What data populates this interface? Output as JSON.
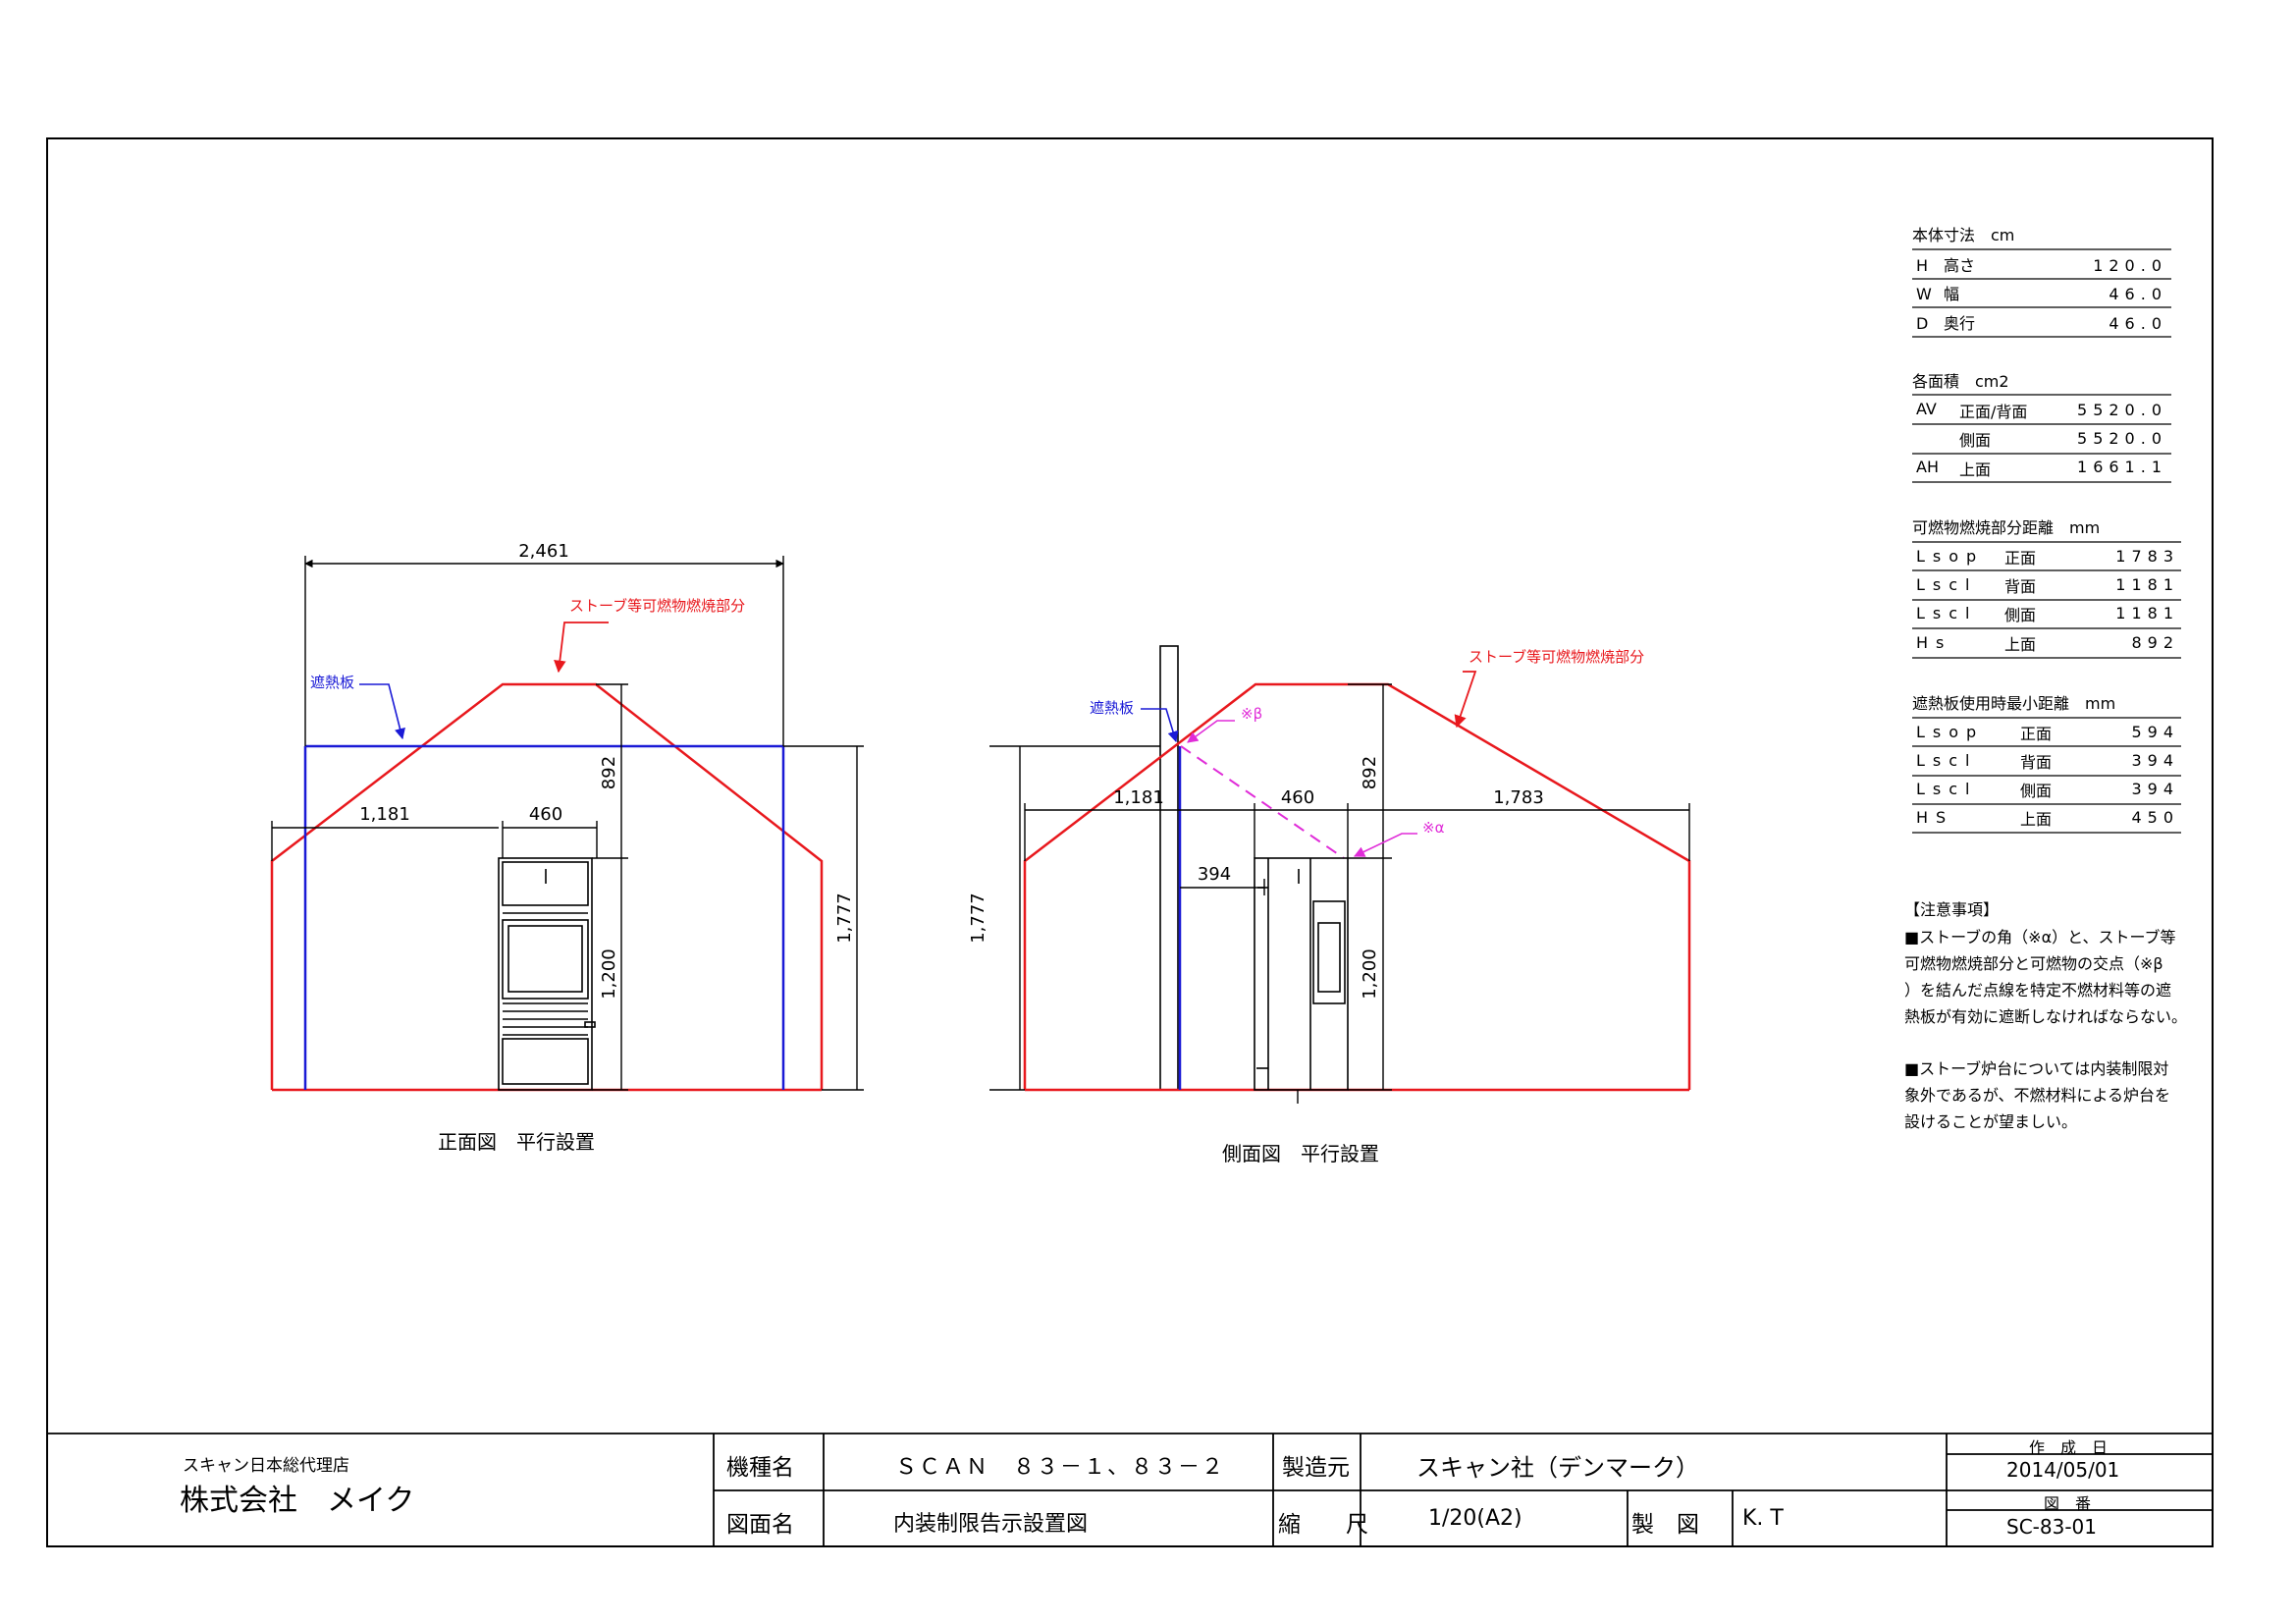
{
  "colors": {
    "combustion_zone": "#e8181d",
    "heat_shield": "#1a1ad6",
    "annotation": "#e02cd8",
    "line": "#000000"
  },
  "front_view": {
    "title": "正面図　平行設置",
    "callout_combustion": "ストーブ等可燃物燃焼部分",
    "callout_shield": "遮熱板",
    "dim_width": "2,461",
    "dim_side": "1,181",
    "dim_stove_width": "460",
    "dim_top": "892",
    "dim_stove_height": "1,200",
    "dim_total": "1,777"
  },
  "side_view": {
    "title": "側面図　平行設置",
    "callout_combustion": "ストーブ等可燃物燃焼部分",
    "callout_shield": "遮熱板",
    "mark_beta": "※β",
    "mark_alpha": "※α",
    "dim_back": "1,181",
    "dim_stove_depth": "460",
    "dim_front": "1,783",
    "dim_top": "892",
    "dim_shield_gap": "394",
    "dim_stove_height": "1,200",
    "dim_total": "1,777"
  },
  "specs": {
    "body": {
      "title": "本体寸法　cm",
      "rows": [
        {
          "code": "H",
          "label": "高さ",
          "value": "120.0"
        },
        {
          "code": "W",
          "label": "幅",
          "value": "46.0"
        },
        {
          "code": "D",
          "label": "奥行",
          "value": "46.0"
        }
      ]
    },
    "area": {
      "title": "各面積　cm2",
      "rows": [
        {
          "code": "AV",
          "label": "正面/背面",
          "value": "5520.0"
        },
        {
          "code": "",
          "label": "側面",
          "value": "5520.0"
        },
        {
          "code": "AH",
          "label": "上面",
          "value": "1661.1"
        }
      ]
    },
    "distance": {
      "title": "可燃物燃焼部分距離　mm",
      "rows": [
        {
          "code": "Lsop",
          "label": "正面",
          "value": "1783"
        },
        {
          "code": "Lscl",
          "label": "背面",
          "value": "1181"
        },
        {
          "code": "Lscl",
          "label": "側面",
          "value": "1181"
        },
        {
          "code": "Hs",
          "label": "上面",
          "value": "892"
        }
      ]
    },
    "shield": {
      "title": "遮熱板使用時最小距離　mm",
      "rows": [
        {
          "code": "Lsop",
          "label": "正面",
          "value": "594"
        },
        {
          "code": "Lscl",
          "label": "背面",
          "value": "394"
        },
        {
          "code": "Lscl",
          "label": "側面",
          "value": "394"
        },
        {
          "code": "HS",
          "label": "上面",
          "value": "450"
        }
      ]
    }
  },
  "notes": {
    "title": "【注意事項】",
    "note1": [
      "■ストーブの角（※α）と、ストーブ等",
      "可燃物燃焼部分と可燃物の交点（※β",
      "）を結んだ点線を特定不燃材料等の遮",
      "熱板が有効に遮断しなければならない。"
    ],
    "note2": [
      "■ストーブ炉台については内装制限対",
      "象外であるが、不燃材料による炉台を",
      "設けることが望ましい。"
    ]
  },
  "title_block": {
    "company_sub": "スキャン日本総代理店",
    "company": "株式会社　メイク",
    "model_label": "機種名",
    "model": "ＳＣＡＮ　８３－１、８３－２",
    "maker_label": "製造元",
    "maker": "スキャン社（デンマーク）",
    "drawing_label": "図面名",
    "drawing": "内装制限告示設置図",
    "scale_label": "縮　　尺",
    "scale": "1/20(A2)",
    "drafter_label": "製　図",
    "drafter": "K. T",
    "date_label": "作　成　日",
    "date": "2014/05/01",
    "number_label": "図　番",
    "number": "SC-83-01"
  }
}
